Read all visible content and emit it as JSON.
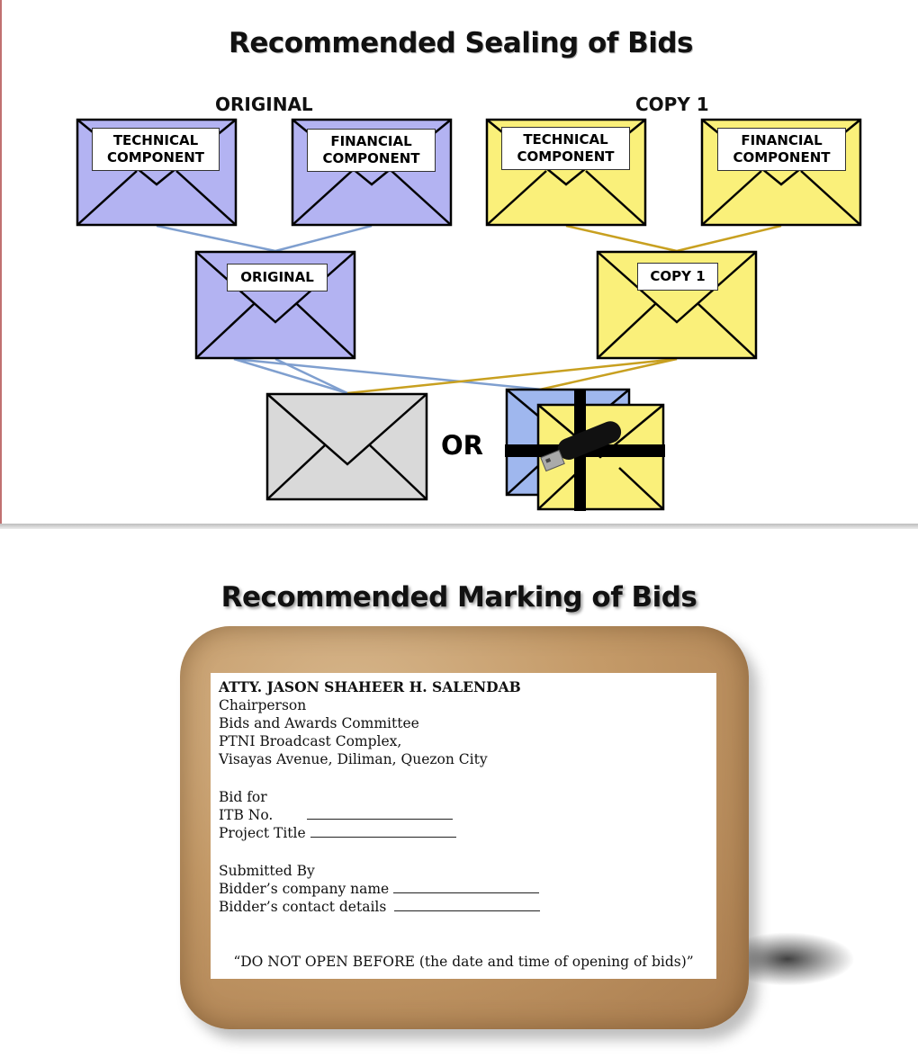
{
  "sealing": {
    "title": "Recommended Sealing of Bids",
    "original_heading": "ORIGINAL",
    "copy_heading": "COPY 1",
    "technical_label_line1": "TECHNICAL",
    "technical_label_line2": "COMPONENT",
    "financial_label_line1": "FINANCIAL",
    "financial_label_line2": "COMPONENT",
    "original_envelope_label": "ORIGINAL",
    "copy_envelope_label": "COPY 1",
    "or_text": "OR",
    "colors": {
      "original_envelope": "#b3b3f2",
      "copy_envelope": "#faf07a",
      "outer_envelope": "#d9d9d9",
      "original_connector": "#7f9fcf",
      "copy_connector": "#c8a020",
      "blue_package": "#9fb7ee"
    }
  },
  "marking": {
    "title": "Recommended Marking of Bids",
    "addressee": "ATTY. JASON SHAHEER H. SALENDAB",
    "position": "Chairperson",
    "committee": "Bids and Awards Committee",
    "address1": "PTNI Broadcast Complex,",
    "address2": "Visayas Avenue, Diliman, Quezon City",
    "bid_for": "Bid for",
    "itb_no": "ITB No.",
    "project_title": "Project Title",
    "submitted_by": "Submitted By",
    "company_name": "Bidder’s company name",
    "contact_details": "Bidder’s contact details",
    "notice": "“DO NOT OPEN BEFORE (the date and time of opening of bids)”",
    "colors": {
      "kraft_paper": "#c49a68"
    }
  }
}
